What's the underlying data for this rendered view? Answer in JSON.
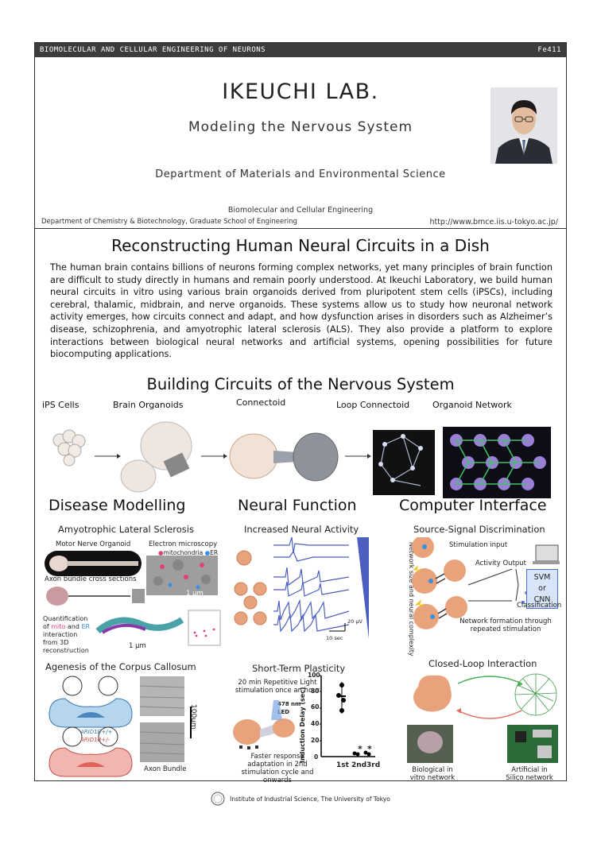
{
  "topbar": {
    "left": "BIOMOLECULAR AND CELLULAR ENGINEERING OF NEURONS",
    "right": "Fe411"
  },
  "header": {
    "lab_name": "IKEUCHI LAB.",
    "subtitle": "Modeling the Nervous System",
    "department": "Department of Materials and Environmental Science",
    "group": "Biomolecular and Cellular Engineering",
    "department2": "Department of Chemistry & Biotechnology, Graduate School of Engineering",
    "url": "http://www.bmce.iis.u-tokyo.ac.jp/"
  },
  "main": {
    "title": "Reconstructing Human Neural Circuits in a Dish",
    "intro": "The human brain contains billions of neurons forming complex networks, yet many principles of brain function are difficult to study directly in humans and remain poorly understood. At Ikeuchi Laboratory, we build human neural circuits in vitro using various brain organoids derived from pluripotent stem cells (iPSCs), including cerebral, thalamic, midbrain, and nerve organoids. These systems allow us to study how neuronal network activity emerges, how circuits connect and adapt, and how dysfunction arises in disorders such as Alzheimer’s disease, schizophrenia, and amyotrophic lateral sclerosis (ALS). They also provide a platform to explore interactions between biological neural networks and artificial systems, opening possibilities for future biocomputing applications."
  },
  "circuits": {
    "title": "Building Circuits of the Nervous System",
    "steps": [
      "iPS Cells",
      "Brain Organoids",
      "Connectoid",
      "Loop Connectoid",
      "Organoid Network"
    ]
  },
  "disease": {
    "title": "Disease Modelling",
    "als_title": "Amyotrophic Lateral Sclerosis",
    "motor_nerve": "Motor Nerve Organoid",
    "electron": "Electron microscopy",
    "legend_mito": "mitochondria",
    "legend_er": "ER",
    "scale_1um": "1 μm",
    "axon_cross": "Axon bundle cross sections",
    "quant": [
      "Quantification",
      "of",
      "mito",
      "and",
      "ER",
      "interaction",
      "from 3D",
      "reconstruction"
    ],
    "acc_title": "Agenesis of the Corpus Callosum",
    "arid_top": "ARID1B+/+",
    "arid_bottom": "ARID1B+/-",
    "scale_100": "100μm",
    "axon_bundle": "Axon Bundle"
  },
  "neural": {
    "title": "Neural Function",
    "activity_title": "Increased Neural Activity",
    "side_label": "Network size and neural complexity",
    "scale_uv": "20 μV",
    "scale_sec": "10 sec",
    "stp_title": "Short-Term Plasticity",
    "stim_text": "20 min Repetitive Light stimulation once an hour",
    "led": "478 nm LED",
    "faster_text": "Faster response adaptation in 2nd stimulation cycle and onwards",
    "ylabel": "Induction Delay (sec)",
    "yticks": [
      "0",
      "20",
      "40",
      "60",
      "80",
      "100"
    ],
    "xlabels": [
      "1st",
      "2nd",
      "3rd"
    ],
    "star": "*"
  },
  "computer": {
    "title": "Computer Interface",
    "ssd_title": "Source-Signal Discrimination",
    "stim_input": "Stimulation input",
    "activity_output": "Activity Output",
    "classifier": [
      "SVM",
      "or",
      "CNN"
    ],
    "classification": "Classification",
    "network_formation": "Network formation through repeated stimulation",
    "closed_loop": "Closed-Loop Interaction",
    "bio_label": "Biological in vitro network",
    "art_label": "Artificial in Silico network"
  },
  "footer": {
    "text": "Institute of Industrial Science, The University of Tokyo"
  },
  "colors": {
    "accent_blue": "#4a6fd1",
    "mito_pink": "#e0407a",
    "er_blue": "#3a8fe0",
    "organoid": "#e8a27c",
    "dark": "#3c3c3c"
  }
}
